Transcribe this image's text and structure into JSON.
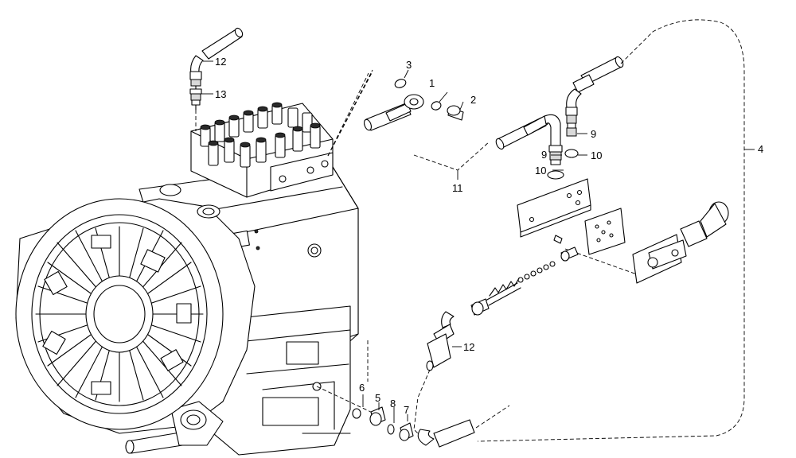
{
  "callouts": [
    {
      "id": "c1",
      "text": "1"
    },
    {
      "id": "c2",
      "text": "2"
    },
    {
      "id": "c3",
      "text": "3"
    },
    {
      "id": "c4",
      "text": "4"
    },
    {
      "id": "c5",
      "text": "5"
    },
    {
      "id": "c6",
      "text": "6"
    },
    {
      "id": "c7",
      "text": "7"
    },
    {
      "id": "c8",
      "text": "8"
    },
    {
      "id": "c9a",
      "text": "9"
    },
    {
      "id": "c9b",
      "text": "9"
    },
    {
      "id": "c10a",
      "text": "10"
    },
    {
      "id": "c10b",
      "text": "10"
    },
    {
      "id": "c11",
      "text": "11"
    },
    {
      "id": "c12a",
      "text": "12"
    },
    {
      "id": "c12b",
      "text": "12"
    },
    {
      "id": "c13",
      "text": "13"
    }
  ]
}
